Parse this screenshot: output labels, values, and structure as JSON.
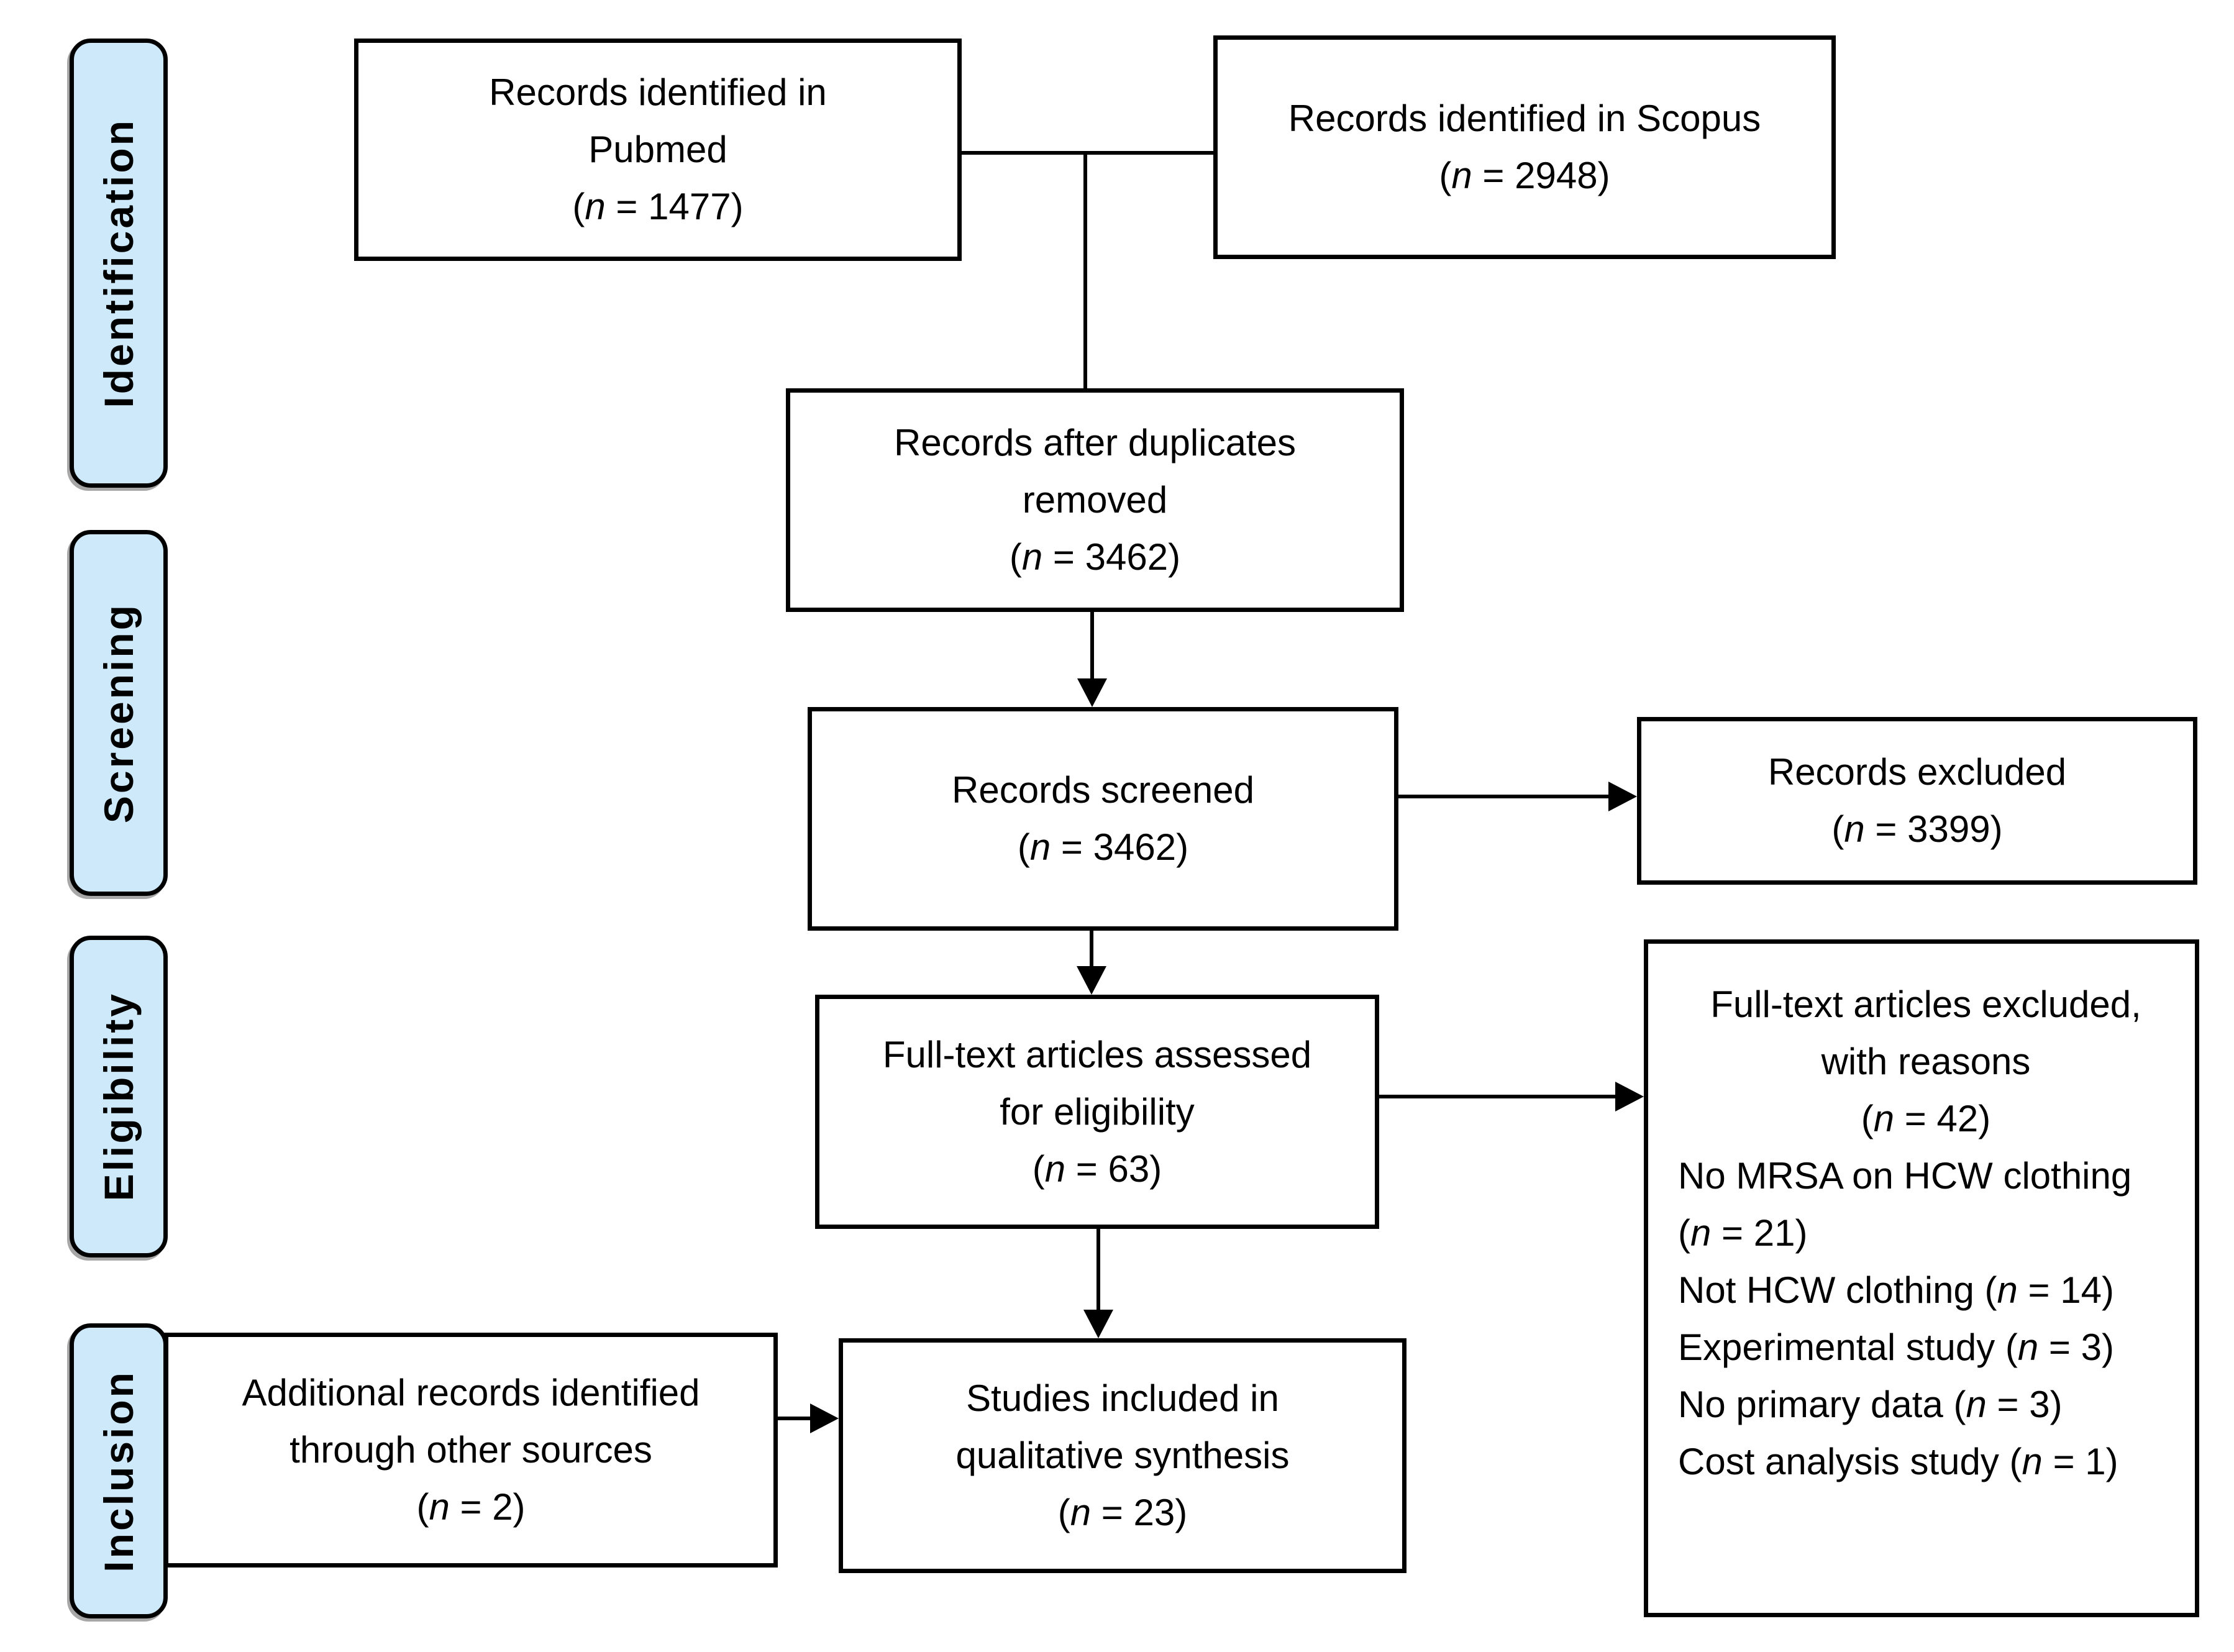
{
  "palette": {
    "phase_fill": "#cde9fa",
    "line_color": "#000000",
    "bg": "#ffffff"
  },
  "phases": [
    {
      "label": "Identification"
    },
    {
      "label": "Screening"
    },
    {
      "label": "Eligibility"
    },
    {
      "label": "Inclusion"
    }
  ],
  "boxes": {
    "pubmed": {
      "lines": [
        {
          "segs": [
            {
              "t": "Records identified in"
            }
          ]
        },
        {
          "segs": [
            {
              "t": "Pubmed"
            }
          ]
        },
        {
          "segs": [
            {
              "t": "("
            },
            {
              "t": "n",
              "i": true
            },
            {
              "t": " = 1477)"
            }
          ]
        }
      ]
    },
    "scopus": {
      "lines": [
        {
          "segs": [
            {
              "t": "Records identified in Scopus"
            }
          ]
        },
        {
          "segs": [
            {
              "t": "("
            },
            {
              "t": "n",
              "i": true
            },
            {
              "t": " = 2948)"
            }
          ]
        }
      ]
    },
    "duplicates": {
      "lines": [
        {
          "segs": [
            {
              "t": "Records after duplicates"
            }
          ]
        },
        {
          "segs": [
            {
              "t": "removed"
            }
          ]
        },
        {
          "segs": [
            {
              "t": "("
            },
            {
              "t": "n",
              "i": true
            },
            {
              "t": " = 3462)"
            }
          ]
        }
      ]
    },
    "screened": {
      "lines": [
        {
          "segs": [
            {
              "t": "Records screened"
            }
          ]
        },
        {
          "segs": [
            {
              "t": "("
            },
            {
              "t": "n",
              "i": true
            },
            {
              "t": " = 3462)"
            }
          ]
        }
      ]
    },
    "excluded": {
      "lines": [
        {
          "segs": [
            {
              "t": "Records excluded"
            }
          ]
        },
        {
          "segs": [
            {
              "t": "("
            },
            {
              "t": "n",
              "i": true
            },
            {
              "t": " = 3399)"
            }
          ]
        }
      ]
    },
    "fulltext": {
      "lines": [
        {
          "segs": [
            {
              "t": "Full-text articles assessed"
            }
          ]
        },
        {
          "segs": [
            {
              "t": "for eligibility"
            }
          ]
        },
        {
          "segs": [
            {
              "t": "("
            },
            {
              "t": "n",
              "i": true
            },
            {
              "t": " = 63)"
            }
          ]
        }
      ]
    },
    "reasons": {
      "lines": [
        {
          "segs": [
            {
              "t": "Full-text articles excluded,"
            }
          ],
          "align": "center"
        },
        {
          "segs": [
            {
              "t": "with reasons"
            }
          ],
          "align": "center"
        },
        {
          "segs": [
            {
              "t": "("
            },
            {
              "t": "n",
              "i": true
            },
            {
              "t": " = 42)"
            }
          ],
          "align": "center"
        },
        {
          "segs": [
            {
              "t": "No MRSA on HCW clothing"
            }
          ],
          "align": "left"
        },
        {
          "segs": [
            {
              "t": "("
            },
            {
              "t": "n",
              "i": true
            },
            {
              "t": " = 21)"
            }
          ],
          "align": "left"
        },
        {
          "segs": [
            {
              "t": "Not HCW clothing ("
            },
            {
              "t": "n",
              "i": true
            },
            {
              "t": " = 14)"
            }
          ],
          "align": "left"
        },
        {
          "segs": [
            {
              "t": "Experimental study ("
            },
            {
              "t": "n",
              "i": true
            },
            {
              "t": " = 3)"
            }
          ],
          "align": "left"
        },
        {
          "segs": [
            {
              "t": "No primary data ("
            },
            {
              "t": "n",
              "i": true
            },
            {
              "t": " = 3)"
            }
          ],
          "align": "left"
        },
        {
          "segs": [
            {
              "t": "Cost analysis study ("
            },
            {
              "t": "n",
              "i": true
            },
            {
              "t": " = 1)"
            }
          ],
          "align": "left"
        }
      ]
    },
    "additional": {
      "lines": [
        {
          "segs": [
            {
              "t": "Additional records identified"
            }
          ]
        },
        {
          "segs": [
            {
              "t": "through other sources"
            }
          ]
        },
        {
          "segs": [
            {
              "t": "("
            },
            {
              "t": "n",
              "i": true
            },
            {
              "t": " = 2)"
            }
          ]
        }
      ]
    },
    "studies": {
      "lines": [
        {
          "segs": [
            {
              "t": "Studies included in"
            }
          ]
        },
        {
          "segs": [
            {
              "t": "qualitative synthesis"
            }
          ]
        },
        {
          "segs": [
            {
              "t": "("
            },
            {
              "t": "n",
              "i": true
            },
            {
              "t": " = 23)"
            }
          ]
        }
      ]
    }
  }
}
